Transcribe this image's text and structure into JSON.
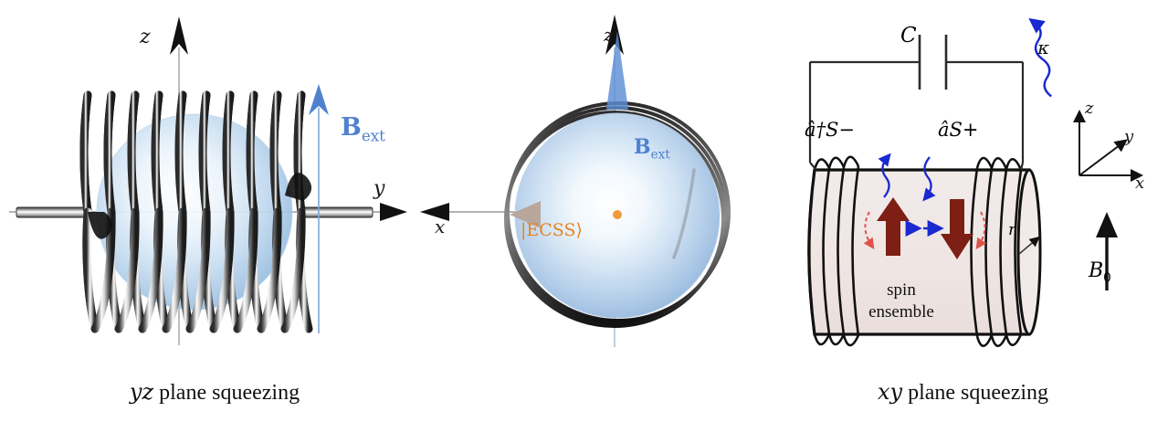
{
  "figure": {
    "background": "#ffffff",
    "accent_blue": "#4f81d0",
    "accent_orange": "#e8821e",
    "spin_red": "#7d1f14",
    "arrow_blue": "#1a29d0",
    "curve_red": "#e0524a"
  },
  "panel_left": {
    "caption_italic": "yz",
    "caption_rest": " plane squeezing",
    "axis_z": "z",
    "axis_y": "y",
    "field_label": "B",
    "field_sub": "ext",
    "coil_turns": 9,
    "sphere_name": "bloch-sphere"
  },
  "panel_mid": {
    "axis_z": "z",
    "axis_x": "x",
    "field_label": "B",
    "field_sub": "ext",
    "state_label": "|ECSS⟩",
    "coil_turns": 3
  },
  "panel_right": {
    "caption_italic": "xy",
    "caption_rest": " plane squeezing",
    "capacitor_label": "C",
    "kappa_label": "κ",
    "operator_left": "â†S−",
    "operator_right": "âS+",
    "radius_label": "r",
    "field_label": "B",
    "field_sub": "0",
    "medium_line1": "spin",
    "medium_line2": "ensemble",
    "axes": {
      "z": "z",
      "y": "y",
      "x": "x"
    },
    "coil_turns_each_side": 4
  }
}
